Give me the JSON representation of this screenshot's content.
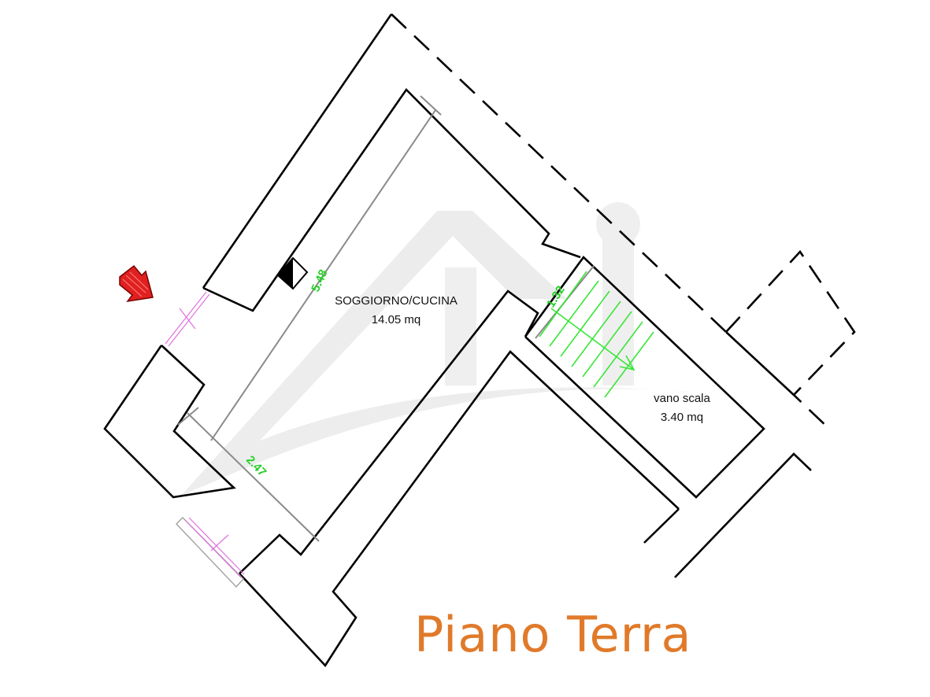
{
  "title": "Piano Terra",
  "rooms": [
    {
      "name": "SOGGIORNO/CUCINA",
      "area": "14.05 mq"
    },
    {
      "name": "vano scala",
      "area": "3.40 mq"
    }
  ],
  "dimensions": [
    {
      "label": "5.48"
    },
    {
      "label": "2.47"
    },
    {
      "label": "1.32"
    }
  ],
  "colors": {
    "walls": "#000000",
    "stairs": "#39e639",
    "dimension_text": "#26d026",
    "title": "#e07a2a",
    "entrance_arrow": "#e02020",
    "openings": "#e070e0"
  },
  "icons": [
    "entrance-arrow-icon",
    "electrical-panel-icon",
    "watermark-logo"
  ]
}
